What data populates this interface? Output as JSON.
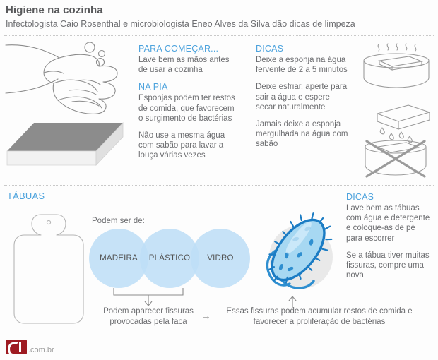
{
  "header": {
    "title": "Higiene na cozinha",
    "subtitle": "Infectologista Caio Rosenthal e microbiologista Eneo Alves da Silva dão dicas de limpeza"
  },
  "top_section": {
    "column_middle": {
      "heading_1": "PARA COMEÇAR...",
      "body_1": "Lave bem as mãos antes de usar a cozinha",
      "heading_2": "NA PIA",
      "body_2": "Esponjas podem ter restos de comida, que favorecem o surgimento de bactérias",
      "body_3": "Não use a mesma água com sabão para lavar a louça várias vezes"
    },
    "column_right": {
      "heading": "DICAS",
      "tip_1": "Deixe a esponja na água fervente de 2 a 5 minutos",
      "tip_2": "Deixe esfriar, aperte para sair a água e espere secar naturalmente",
      "tip_3": "Jamais deixe a esponja mergulhada na água com sabão"
    },
    "illustrations": {
      "hands": "washing-hands-icon",
      "sponge": "sponge-icon",
      "pot_boiling": "pot-with-steam-icon",
      "sponge_dripping": "sponge-dripping-icon",
      "pot_forbidden": "pot-crossed-out-icon"
    }
  },
  "bottom_section": {
    "heading": "TÁBUAS",
    "board_illustration": "cutting-board-icon",
    "venn_label": "Podem ser de:",
    "venn_items": [
      {
        "label": "MADEIRA"
      },
      {
        "label": "PLÁSTICO"
      },
      {
        "label": "VIDRO"
      }
    ],
    "caption_left": "Podem aparecer fissuras provocadas pela faca",
    "arrow": "→",
    "caption_right": "Essas fissuras podem acumular restos de comida e favorecer a proliferação de bactérias",
    "bacteria_illustration": "bacteria-icon",
    "column_right": {
      "heading": "DICAS",
      "tip_1": "Lave bem as tábuas com água e detergente e coloque-as de pé para escorrer",
      "tip_2": "Se a tábua tiver muitas fissuras, compre uma nova"
    }
  },
  "footer": {
    "logo_mark": "g1-logo",
    "logo_text": ".com.br"
  },
  "colors": {
    "accent_blue": "#4da3dd",
    "circle_fill": "#bfdff7",
    "text_gray": "#6d6e71",
    "title_gray": "#58595b",
    "logo_red": "#9e1b22",
    "bacteria_blue": "#1b7cc4"
  }
}
